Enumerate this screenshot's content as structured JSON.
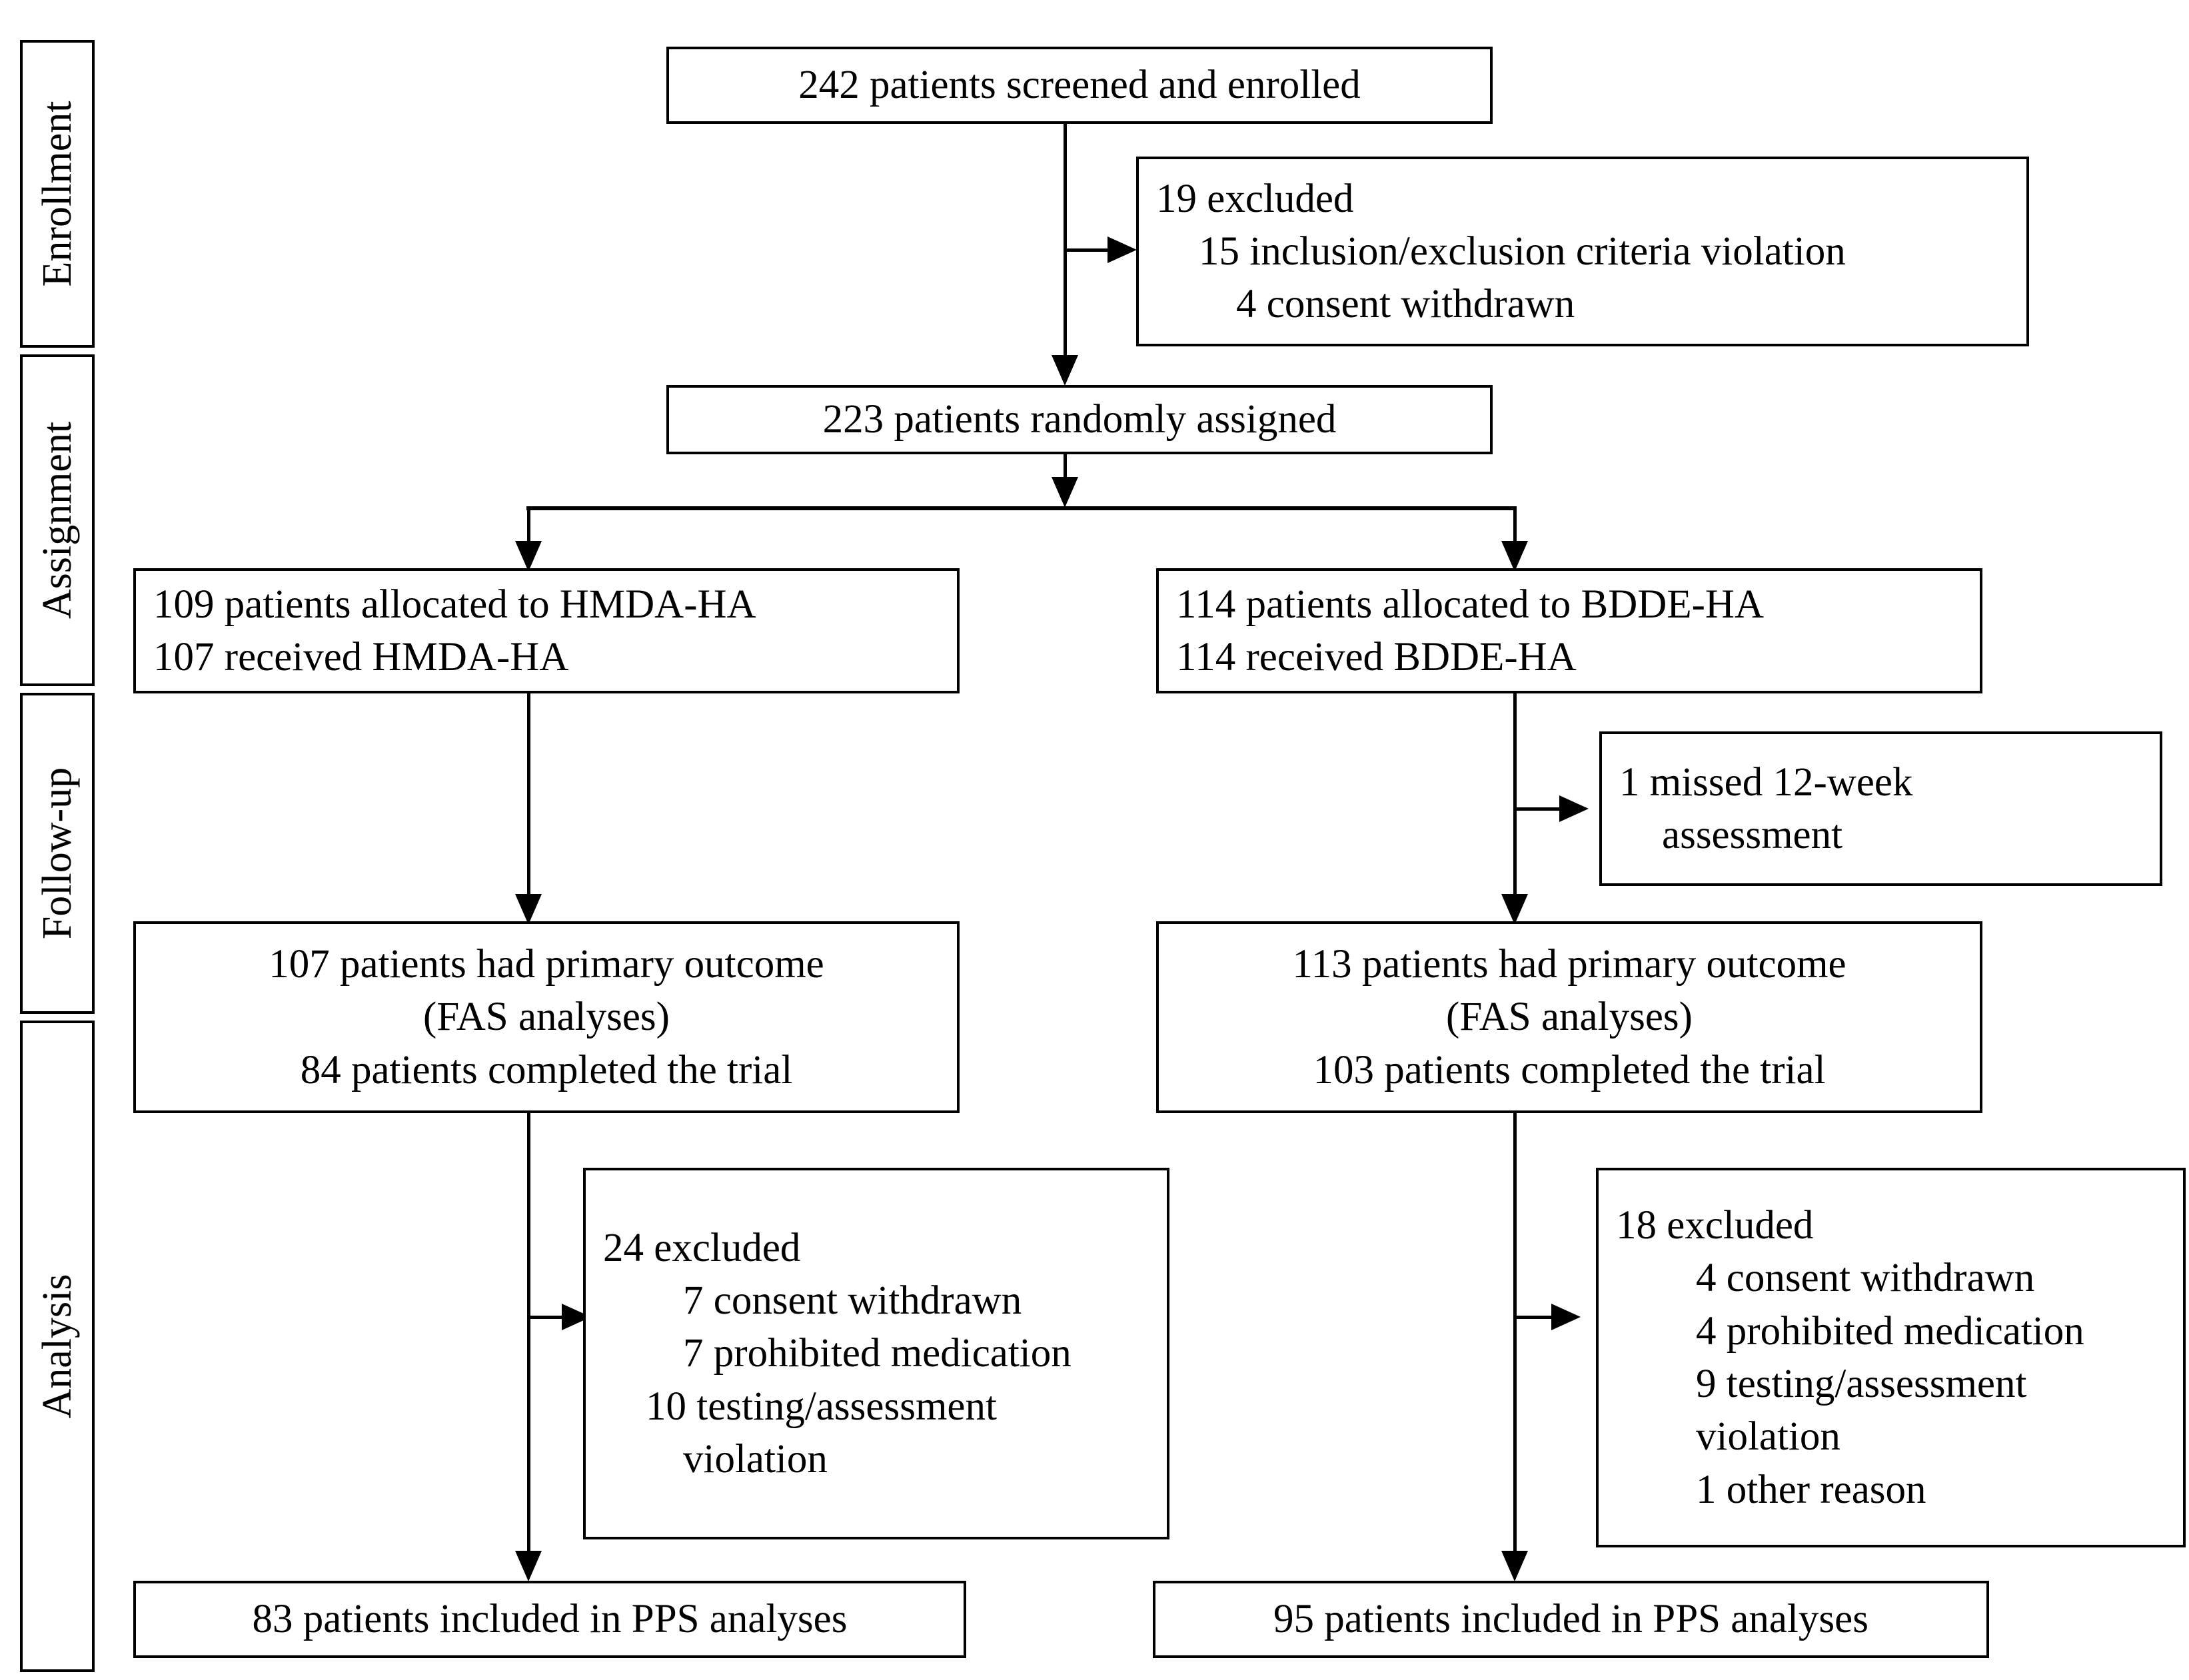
{
  "diagram": {
    "title": "CONSORT participant flow diagram",
    "line_color": "#000000",
    "box_fill": "#ffffff"
  },
  "stages": [
    {
      "id": "enrollment",
      "label": "Enrollment"
    },
    {
      "id": "assignment",
      "label": "Assignment"
    },
    {
      "id": "followup",
      "label": "Follow-up"
    },
    {
      "id": "analysis",
      "label": "Analysis"
    }
  ],
  "nodes": {
    "screened": {
      "lines": [
        "242 patients screened and enrolled"
      ]
    },
    "excluded_screening": {
      "lines": [
        "19 excluded",
        "15 inclusion/exclusion criteria violation",
        "4 consent withdrawn"
      ]
    },
    "randomized": {
      "lines": [
        "223 patients randomly assigned"
      ]
    },
    "alloc_left": {
      "lines": [
        "109 patients allocated to HMDA-HA",
        "107 received HMDA-HA"
      ]
    },
    "alloc_right": {
      "lines": [
        "114 patients allocated to BDDE-HA",
        "114 received BDDE-HA"
      ]
    },
    "missed_right": {
      "lines": [
        "1 missed 12-week",
        "assessment"
      ]
    },
    "fas_left": {
      "lines": [
        "107 patients had primary outcome",
        "(FAS analyses)",
        "84 patients completed the trial"
      ]
    },
    "fas_right": {
      "lines": [
        "113 patients had primary outcome",
        "(FAS analyses)",
        "103 patients completed the trial"
      ]
    },
    "excluded_left": {
      "lines": [
        "24 excluded",
        "7 consent withdrawn",
        "7 prohibited medication",
        "10 testing/assessment",
        "violation"
      ]
    },
    "excluded_right": {
      "lines": [
        "18 excluded",
        "4 consent withdrawn",
        "4 prohibited medication",
        "9 testing/assessment",
        "violation",
        "1 other reason"
      ]
    },
    "pps_left": {
      "lines": [
        "83 patients included in PPS analyses"
      ]
    },
    "pps_right": {
      "lines": [
        "95 patients included in PPS analyses"
      ]
    }
  }
}
